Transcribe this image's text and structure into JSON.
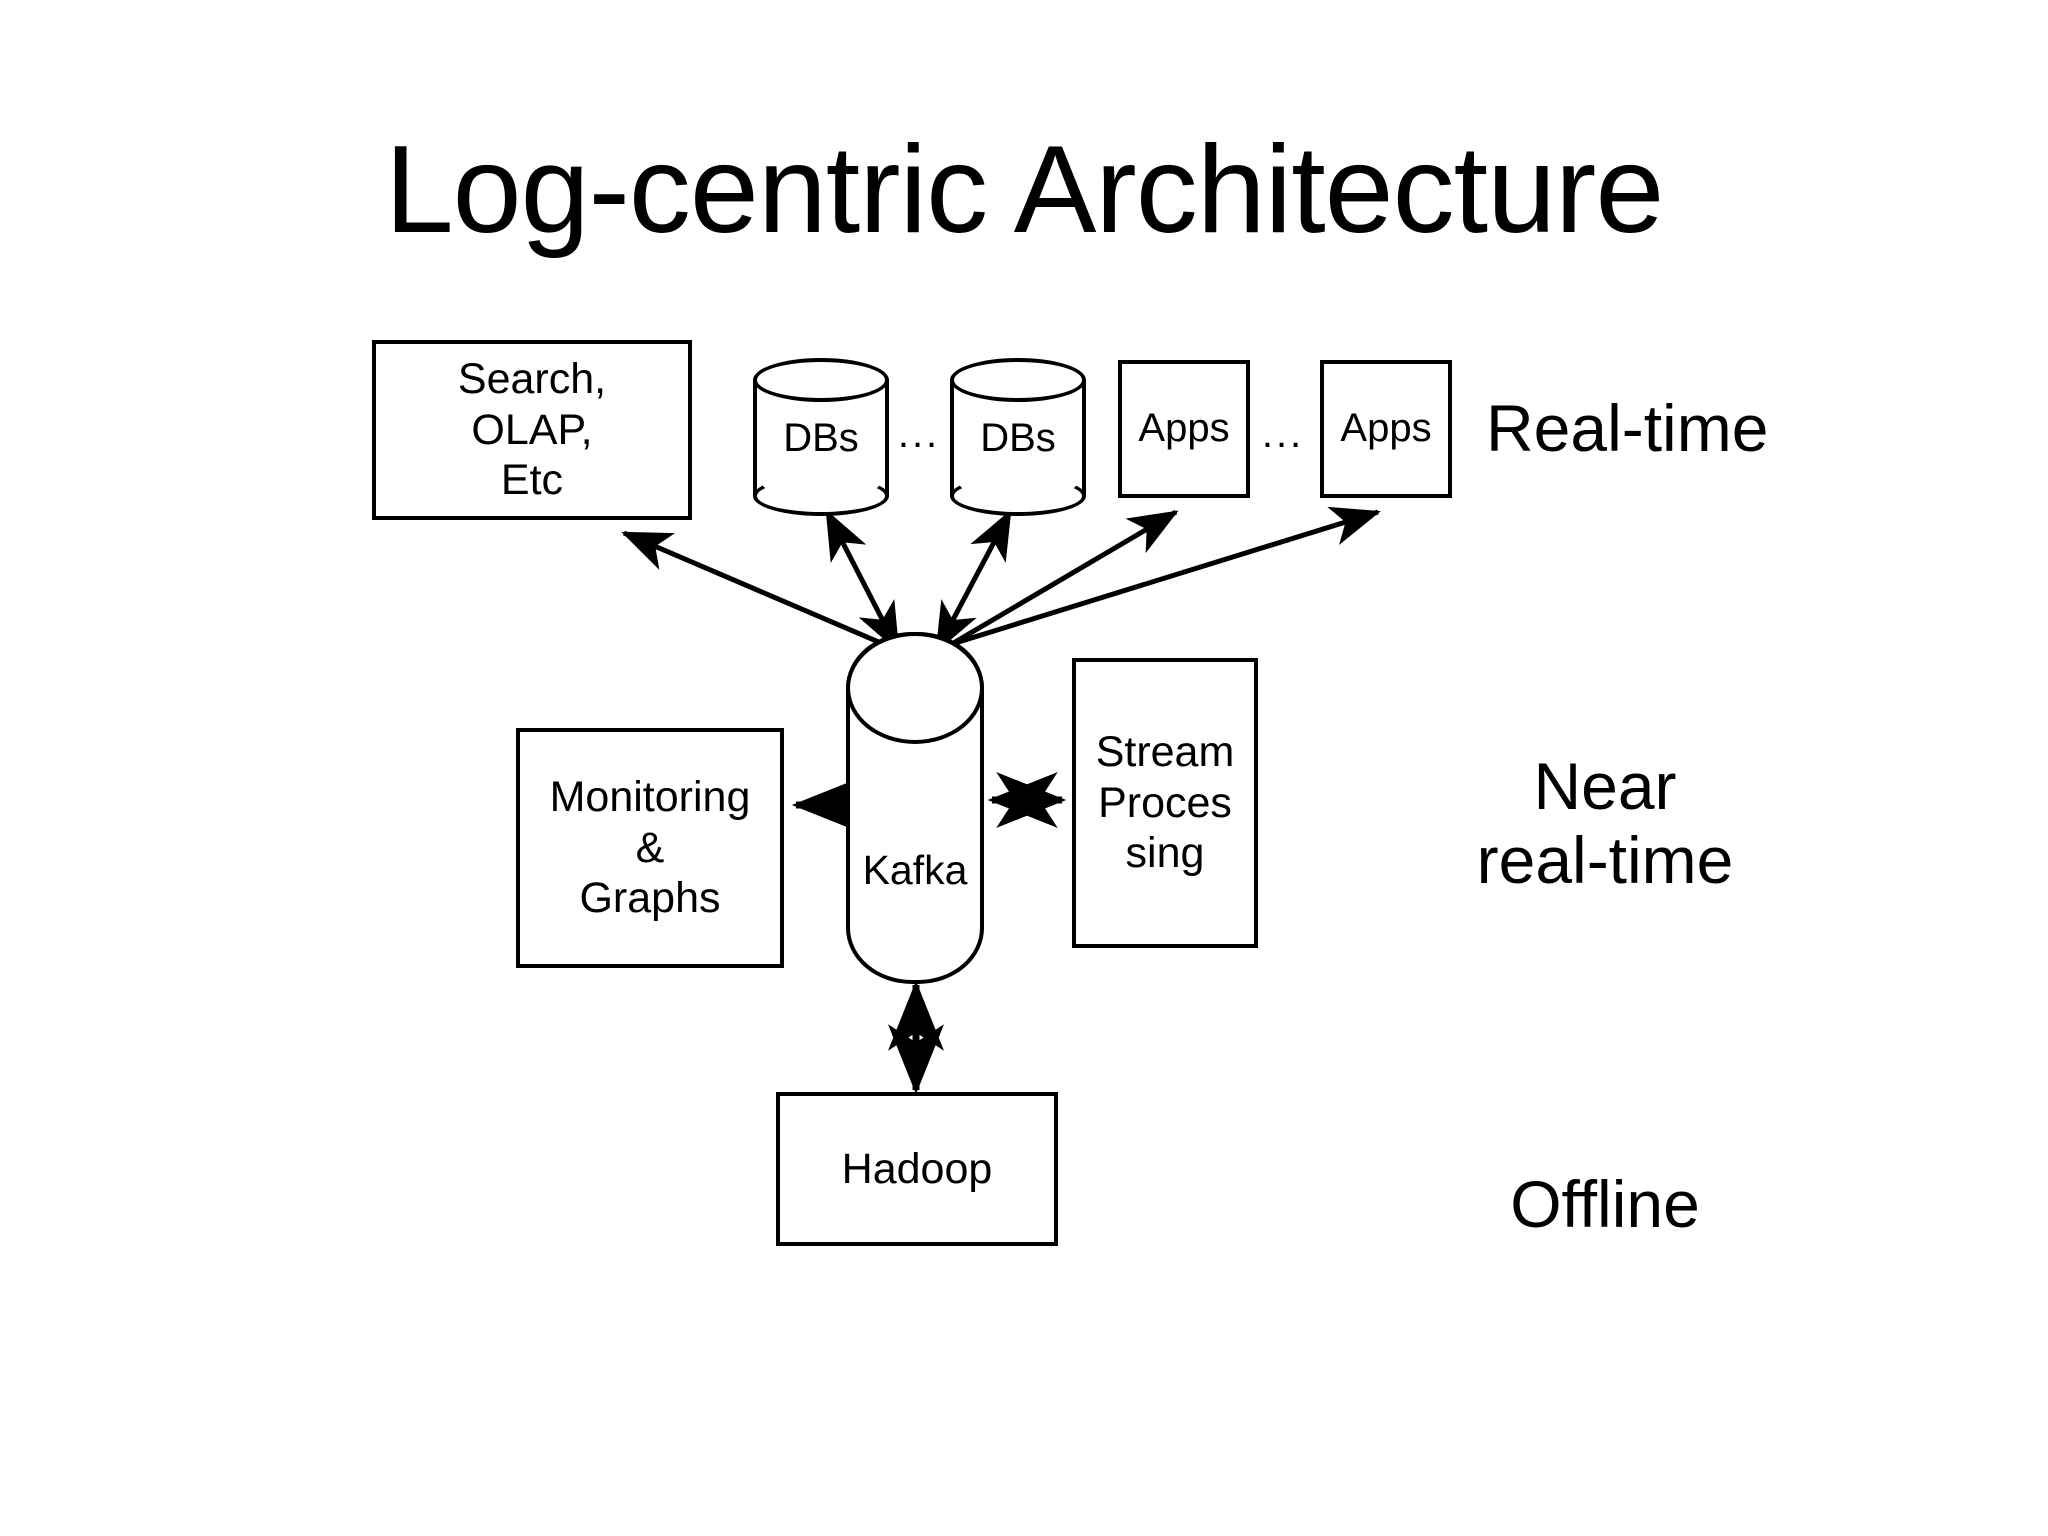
{
  "slide": {
    "title": "Log-centric Architecture",
    "background": "#ffffff",
    "ink": "#000000"
  },
  "nodes": {
    "search_box": {
      "label_line1": "Search,",
      "label_line2": "OLAP,",
      "label_line3": "Etc"
    },
    "db_left": {
      "label": "DBs"
    },
    "db_right": {
      "label": "DBs"
    },
    "apps_left": {
      "label": "Apps"
    },
    "apps_right": {
      "label": "Apps"
    },
    "kafka": {
      "label": "Kafka"
    },
    "monitoring": {
      "label_line1": "Monitoring",
      "label_line2": "&",
      "label_line3": "Graphs"
    },
    "stream_processing": {
      "label_line1": "Stream",
      "label_line2": "Proces",
      "label_line3": "sing"
    },
    "hadoop": {
      "label": "Hadoop"
    }
  },
  "ellipsis": {
    "between_dbs": "...",
    "between_apps": "..."
  },
  "tiers": {
    "real_time": "Real-time",
    "near_real_time": "Near\nreal-time",
    "offline": "Offline"
  },
  "edges": [
    {
      "name": "kafka-to-search",
      "from": "kafka",
      "to": "search_box",
      "direction": "one-way"
    },
    {
      "name": "kafka-to-db-left",
      "from": "kafka",
      "to": "db_left",
      "direction": "two-way"
    },
    {
      "name": "kafka-to-db-right",
      "from": "kafka",
      "to": "db_right",
      "direction": "two-way"
    },
    {
      "name": "kafka-to-apps-left",
      "from": "kafka",
      "to": "apps_left",
      "direction": "two-way"
    },
    {
      "name": "kafka-to-apps-right",
      "from": "kafka",
      "to": "apps_right",
      "direction": "two-way"
    },
    {
      "name": "kafka-to-monitoring",
      "from": "kafka",
      "to": "monitoring",
      "direction": "one-way"
    },
    {
      "name": "kafka-to-stream-processing",
      "from": "kafka",
      "to": "stream_processing",
      "direction": "two-way"
    },
    {
      "name": "kafka-to-hadoop",
      "from": "kafka",
      "to": "hadoop",
      "direction": "two-way"
    }
  ]
}
